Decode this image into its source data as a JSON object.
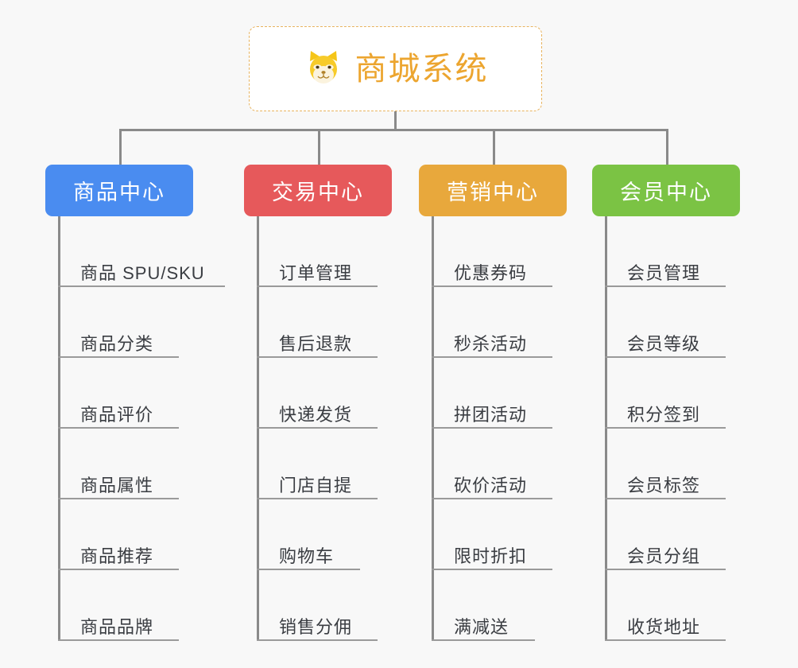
{
  "diagram": {
    "type": "org-chart",
    "background_color": "#f8f8f8",
    "connector_color": "#8a8a8a",
    "root": {
      "title": "商城系统",
      "icon": "shiba-dog-face-emoji",
      "text_color": "#eca52f",
      "border_color": "#e8b35e",
      "background_color": "#ffffff"
    },
    "categories": [
      {
        "label": "商品中心",
        "color": "#4a8cf0",
        "items": [
          "商品 SPU/SKU",
          "商品分类",
          "商品评价",
          "商品属性",
          "商品推荐",
          "商品品牌"
        ]
      },
      {
        "label": "交易中心",
        "color": "#e6595b",
        "items": [
          "订单管理",
          "售后退款",
          "快递发货",
          "门店自提",
          "购物车",
          "销售分佣"
        ]
      },
      {
        "label": "营销中心",
        "color": "#e8a83c",
        "items": [
          "优惠券码",
          "秒杀活动",
          "拼团活动",
          "砍价活动",
          "限时折扣",
          "满减送"
        ]
      },
      {
        "label": "会员中心",
        "color": "#7bc344",
        "items": [
          "会员管理",
          "会员等级",
          "积分签到",
          "会员标签",
          "会员分组",
          "收货地址"
        ]
      }
    ]
  }
}
